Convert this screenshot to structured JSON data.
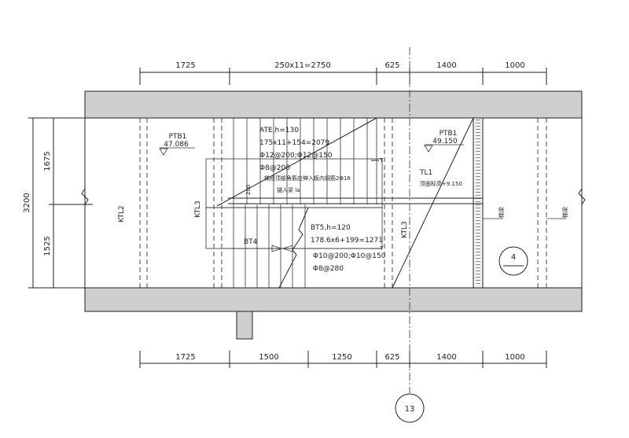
{
  "dimensions": {
    "top": [
      "1725",
      "250x11=2750",
      "625",
      "1400",
      "1000"
    ],
    "bottom": [
      "1725",
      "1500",
      "1250",
      "625",
      "1400",
      "1000"
    ],
    "left": [
      "3200",
      "1675",
      "1525"
    ]
  },
  "labels": {
    "ptb1_left": "PTB1",
    "elev_left": "47.086",
    "ptb1_right": "PTB1",
    "elev_right": "49.150",
    "ate_line1": "ATE,h=130",
    "ate_line2": "175x11+154=2079",
    "ate_line3": "Φ12@200;Φ12@150",
    "ate_line4": "Φ8@200",
    "note1": "梯段顶部角筋应伸入板内钢筋2Φ16",
    "note2": "锚入梁 la",
    "dim_200": "200",
    "bt5_line1": "BT5,h=120",
    "bt5_line2": "178.6x6+199=1271",
    "bt5_line3": "Φ10@200;Φ10@150",
    "bt5_line4": "Φ8@280",
    "bt4": "BT4",
    "ktl2": "KTL2",
    "ktl3_left": "KTL3",
    "ktl3_mid": "KTL3",
    "tl1": "TL1",
    "tl1_note": "顶面标高+9.150",
    "wall_note_1": "梯梁",
    "wall_note_2": "梯梁",
    "t_mark": "T",
    "t_mark_2": "T",
    "section_mark": "4",
    "axis_mark": "13"
  }
}
